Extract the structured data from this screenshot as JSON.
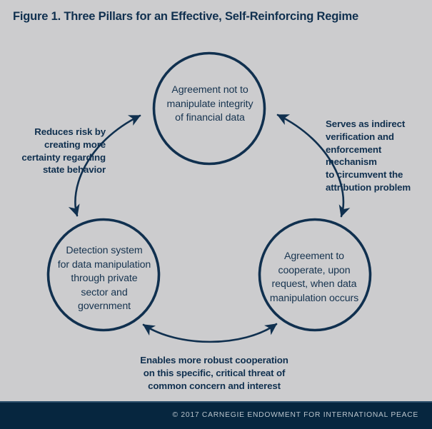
{
  "figure": {
    "title": "Figure 1. Three Pillars for an Effective, Self-Reinforcing Regime",
    "type": "cycle-diagram",
    "colors": {
      "background": "#ccccce",
      "ink": "#10304f",
      "node_stroke": "#10304f",
      "node_text": "#16334f",
      "footer_background": "#06263f",
      "footer_text": "#b9c4cc",
      "footer_rule": "#2c4f6b"
    }
  },
  "nodes": {
    "top": {
      "id": "agreement-integrity",
      "text": "Agreement not to manipulate integrity of financial data",
      "lines": [
        "Agreement not to",
        "manipulate integrity",
        "of financial data"
      ]
    },
    "left": {
      "id": "detection-system",
      "text": "Detection system for data manipulation through private sector and government",
      "lines": [
        "Detection system",
        "for data manipulation",
        "through private",
        "sector and",
        "government"
      ]
    },
    "right": {
      "id": "agreement-cooperate",
      "text": "Agreement to cooperate, upon request, when data manipulation occurs",
      "lines": [
        "Agreement to",
        "cooperate, upon",
        "request, when data",
        "manipulation occurs"
      ]
    }
  },
  "edges": {
    "left": {
      "id": "detection-to-agreement-integrity",
      "style": "double-headed-curved-arrow",
      "text": "Reduces risk by creating more certainty regarding state behavior",
      "lines": [
        "Reduces risk by",
        "creating more",
        "certainty regarding",
        "state behavior"
      ]
    },
    "right": {
      "id": "agreement-integrity-to-cooperate",
      "style": "double-headed-curved-arrow",
      "text": "Serves as indirect verification and enforcement mechanism to circumvent the attribution problem",
      "lines": [
        "Serves as indirect",
        "verification and",
        "enforcement mechanism",
        "to circumvent the",
        "attribution problem"
      ]
    },
    "bottom": {
      "id": "cooperate-to-detection",
      "style": "double-headed-curved-arrow",
      "text": "Enables more robust cooperation on this specific, critical threat of common concern and interest",
      "lines": [
        "Enables more robust cooperation",
        "on this specific, critical threat of",
        "common concern and interest"
      ]
    }
  },
  "footer": {
    "copyright": "© 2017 CARNEGIE ENDOWMENT FOR INTERNATIONAL PEACE"
  }
}
